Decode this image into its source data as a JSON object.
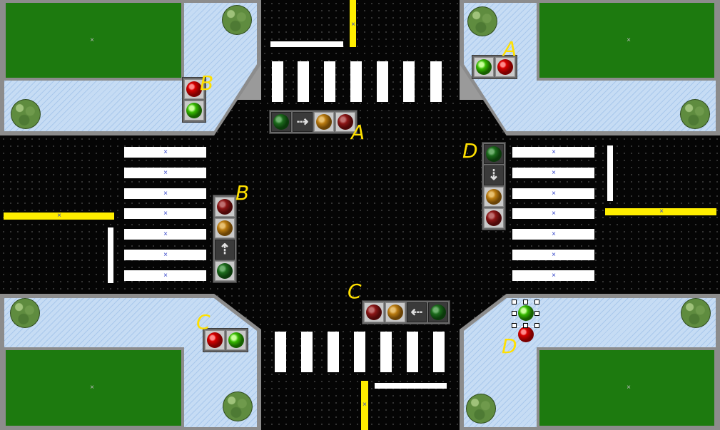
{
  "labels": {
    "a_top_right": "A",
    "a_top_center": "A",
    "b_top_left": "B",
    "b_left": "B",
    "c_bottom_left": "C",
    "c_bottom_center": "C",
    "d_right": "D",
    "d_bottom_right": "D"
  },
  "icons": {
    "arrow_right": "⇢",
    "arrow_left": "⇠",
    "arrow_up": "⇡",
    "arrow_down": "⇣",
    "center_mark": "×"
  },
  "colors": {
    "road": "#050505",
    "grass": "#1d7a0f",
    "sidewalk": "#c6dcf4",
    "label": "#ffe000",
    "lane_marking": "#ffee00"
  }
}
